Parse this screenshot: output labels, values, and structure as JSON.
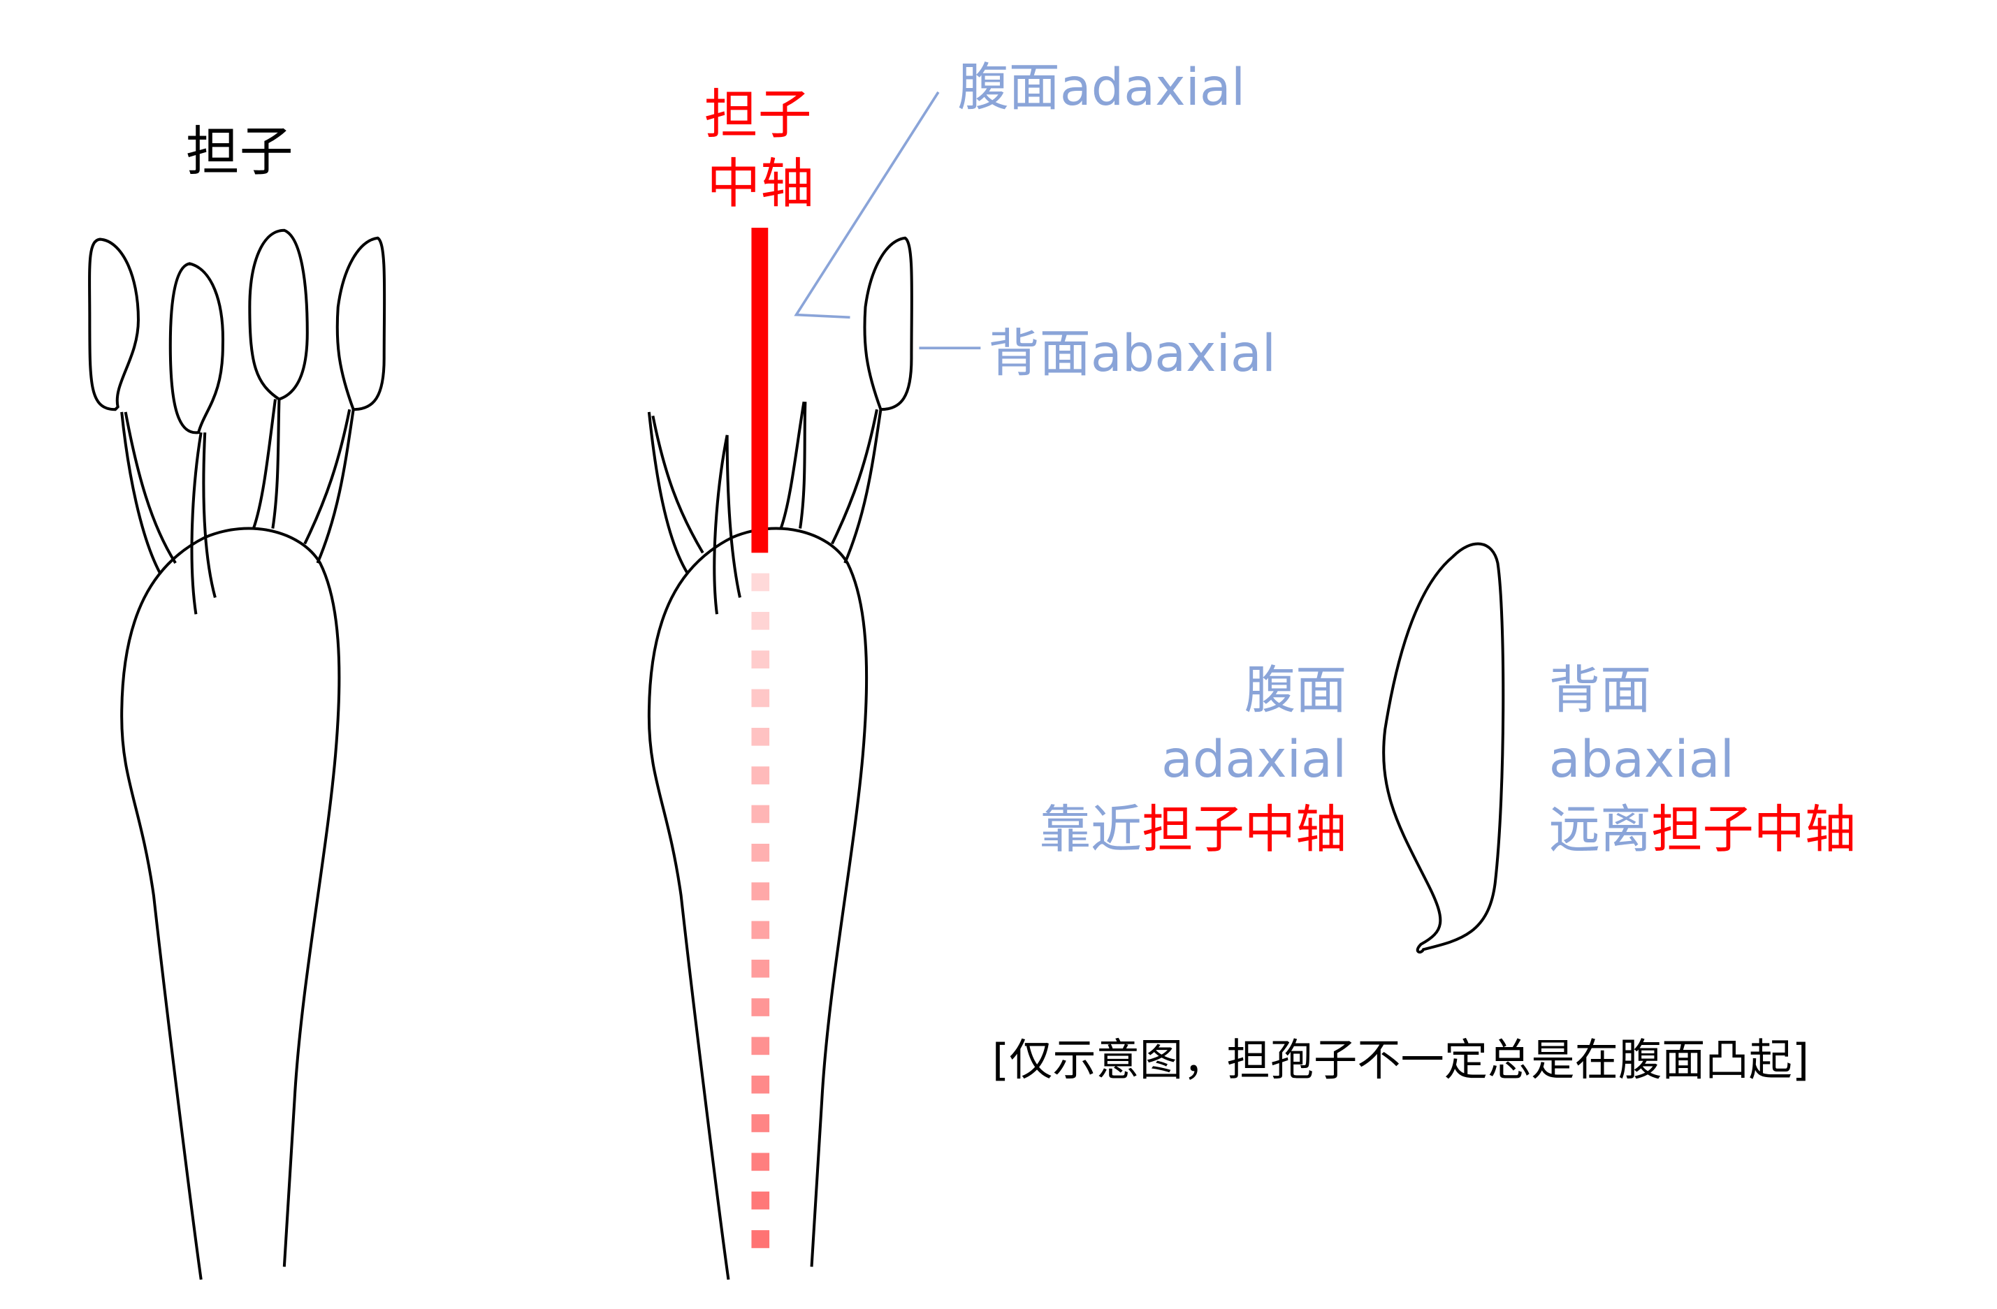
{
  "left_label": "担子",
  "middle": {
    "label_line1": "担子",
    "label_line2": "中轴",
    "adaxial_label": "腹面adaxial",
    "abaxial_label": "背面abaxial"
  },
  "spore_detail": {
    "adaxial_cn": "腹面",
    "adaxial_en": "adaxial",
    "adaxial_desc_prefix": "靠近",
    "adaxial_desc_axis": "担子中轴",
    "abaxial_cn": "背面",
    "abaxial_en": "abaxial",
    "abaxial_desc_prefix": "远离",
    "abaxial_desc_axis": "担子中轴"
  },
  "caption": "[仅示意图，担孢子不一定总是在腹面凸起]",
  "colors": {
    "axis": "#ff0000",
    "label_blue": "#8aa4d8",
    "outline": "#000000"
  }
}
